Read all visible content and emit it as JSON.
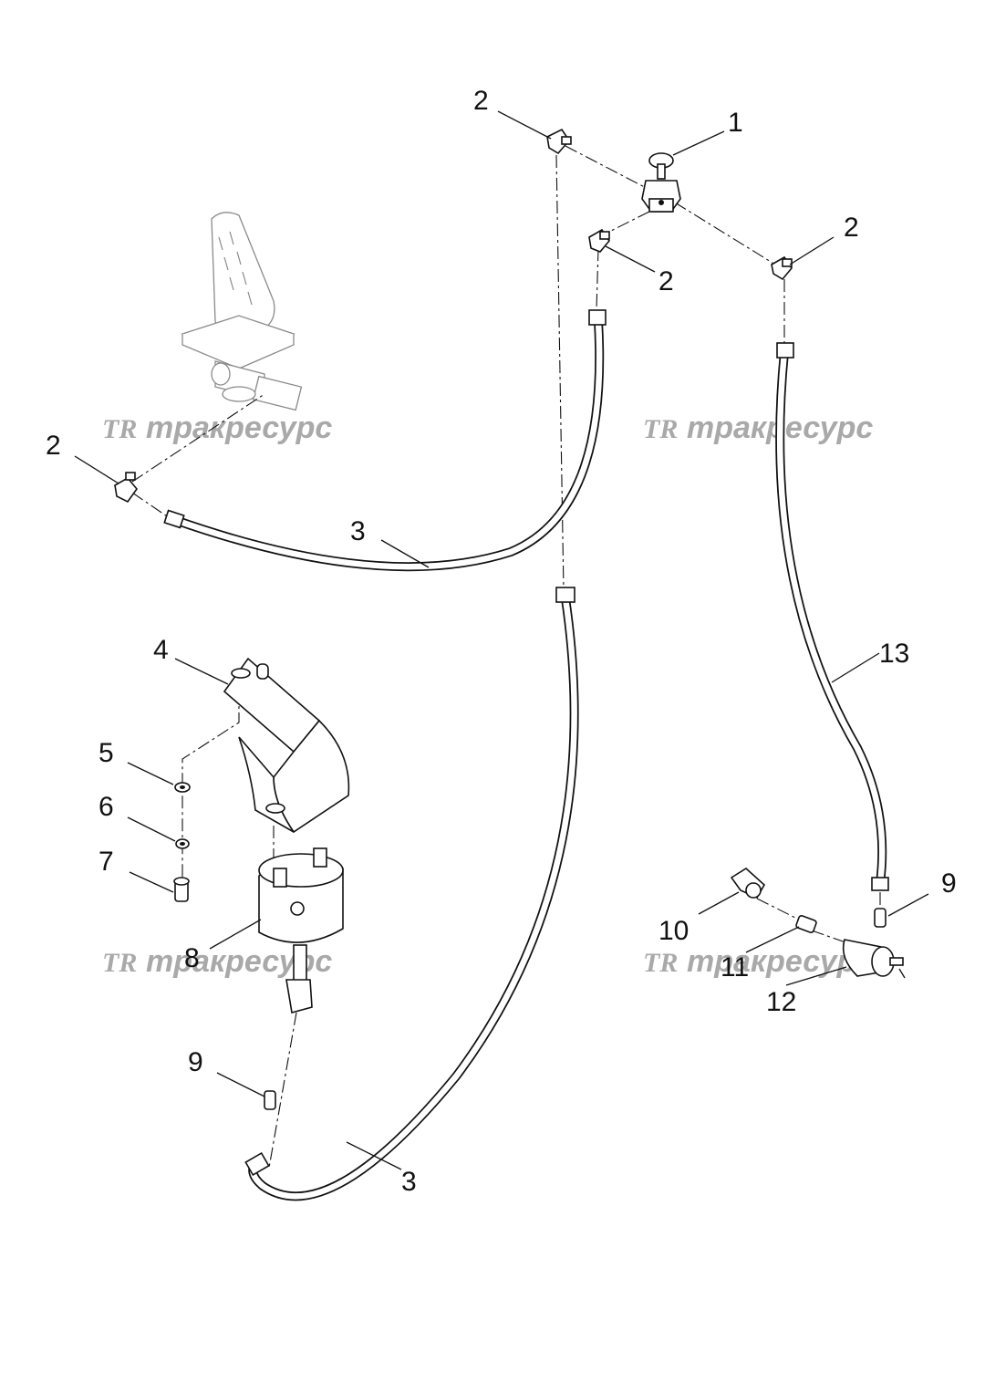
{
  "diagram": {
    "watermark_text": "тракресурс",
    "watermark_logo": "TR",
    "callouts": {
      "c1": "1",
      "c2a": "2",
      "c2b": "2",
      "c2c": "2",
      "c2d": "2",
      "c3a": "3",
      "c3b": "3",
      "c4": "4",
      "c5": "5",
      "c6": "6",
      "c7": "7",
      "c8": "8",
      "c9a": "9",
      "c9b": "9",
      "c10": "10",
      "c11": "11",
      "c12": "12",
      "c13": "13"
    }
  }
}
